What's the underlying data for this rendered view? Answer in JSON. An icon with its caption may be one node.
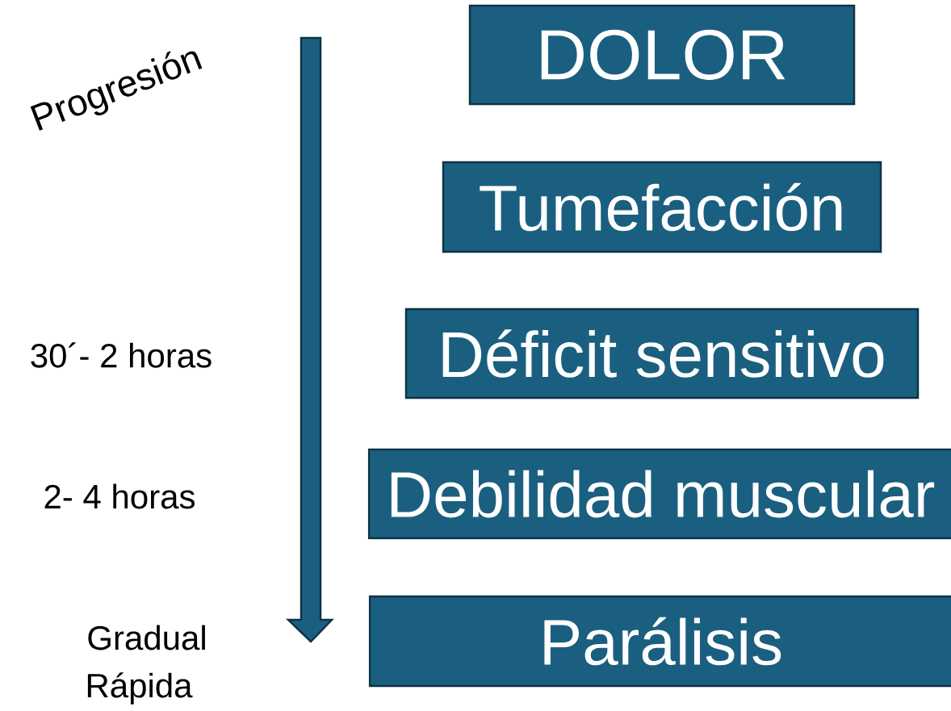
{
  "diagram": {
    "nodes": [
      {
        "text": [
          "DOLOR"
        ]
      },
      {
        "text": [
          "Tumefacción"
        ]
      },
      {
        "text": [
          "Déficit sensitivo"
        ]
      },
      {
        "text": [
          "Debilidad muscular"
        ]
      },
      {
        "text": [
          "Parálisis"
        ]
      }
    ],
    "labels": [
      "Progresión",
      "30´- 2 horas",
      "2- 4 horas",
      "Gradual",
      "Rápida"
    ]
  }
}
